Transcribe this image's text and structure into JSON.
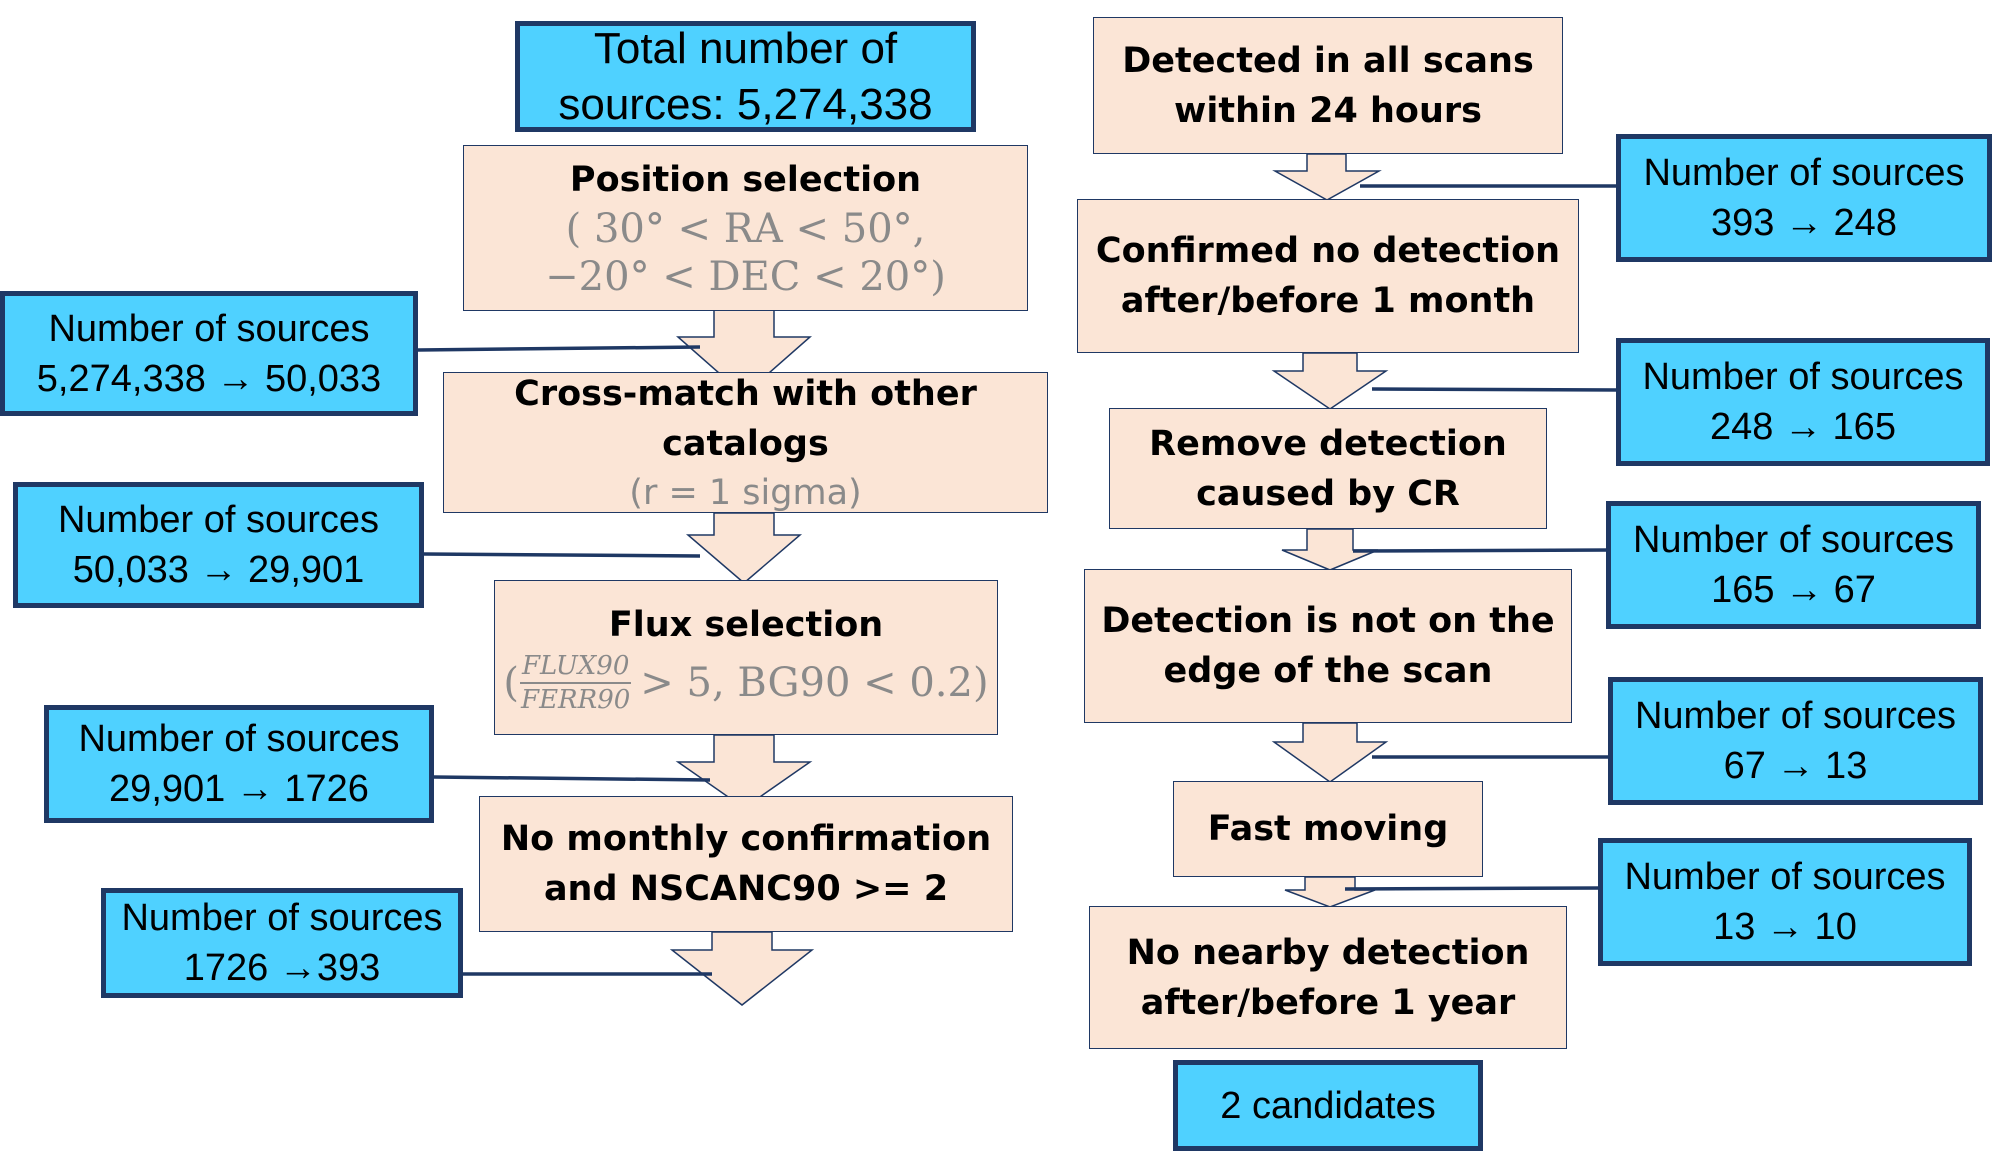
{
  "total": {
    "line1": "Total number of",
    "line2": "sources: 5,274,338"
  },
  "final": {
    "label": "2 candidates"
  },
  "left_steps": [
    {
      "line1": "Position selection",
      "math1": "( 30° < RA < 50°,",
      "math2": "−20° < DEC < 20°)"
    },
    {
      "line1": "Cross-match with other catalogs",
      "sub": "(r = 1 sigma)"
    },
    {
      "line1": "Flux selection",
      "num": "FLUX90",
      "den": "FERR90",
      "open": "(",
      "rest": "> 5, BG90 < 0.2)"
    },
    {
      "line1": "No monthly confirmation",
      "line2": "and NSCANC90 >= 2"
    }
  ],
  "right_steps": [
    {
      "line1": "Detected in all scans",
      "line2": "within 24 hours"
    },
    {
      "line1": "Confirmed no detection",
      "line2": "after/before 1 month"
    },
    {
      "line1": "Remove detection",
      "line2": "caused by CR"
    },
    {
      "line1": "Detection is not on the",
      "line2": "edge of the scan"
    },
    {
      "line1": "Fast moving"
    },
    {
      "line1": "No nearby detection",
      "line2": "after/before 1 year"
    }
  ],
  "left_counts": [
    {
      "label": "Number of sources",
      "value": "5,274,338 → 50,033"
    },
    {
      "label": "Number of sources",
      "value": "50,033 → 29,901"
    },
    {
      "label": "Number of sources",
      "value": "29,901 → 1726"
    },
    {
      "label": "Number of sources",
      "value": "1726 →393"
    }
  ],
  "right_counts": [
    {
      "label": "Number of sources",
      "value": "393 → 248"
    },
    {
      "label": "Number of sources",
      "value": "248 → 165"
    },
    {
      "label": "Number of sources",
      "value": "165 → 67"
    },
    {
      "label": "Number of sources",
      "value": "67 → 13"
    },
    {
      "label": "Number of sources",
      "value": "13 → 10"
    }
  ],
  "colors": {
    "step_fill": "#fbe5d6",
    "count_fill": "#4fd1ff",
    "border": "#1f3864",
    "muted_text": "#8a8a8a"
  }
}
